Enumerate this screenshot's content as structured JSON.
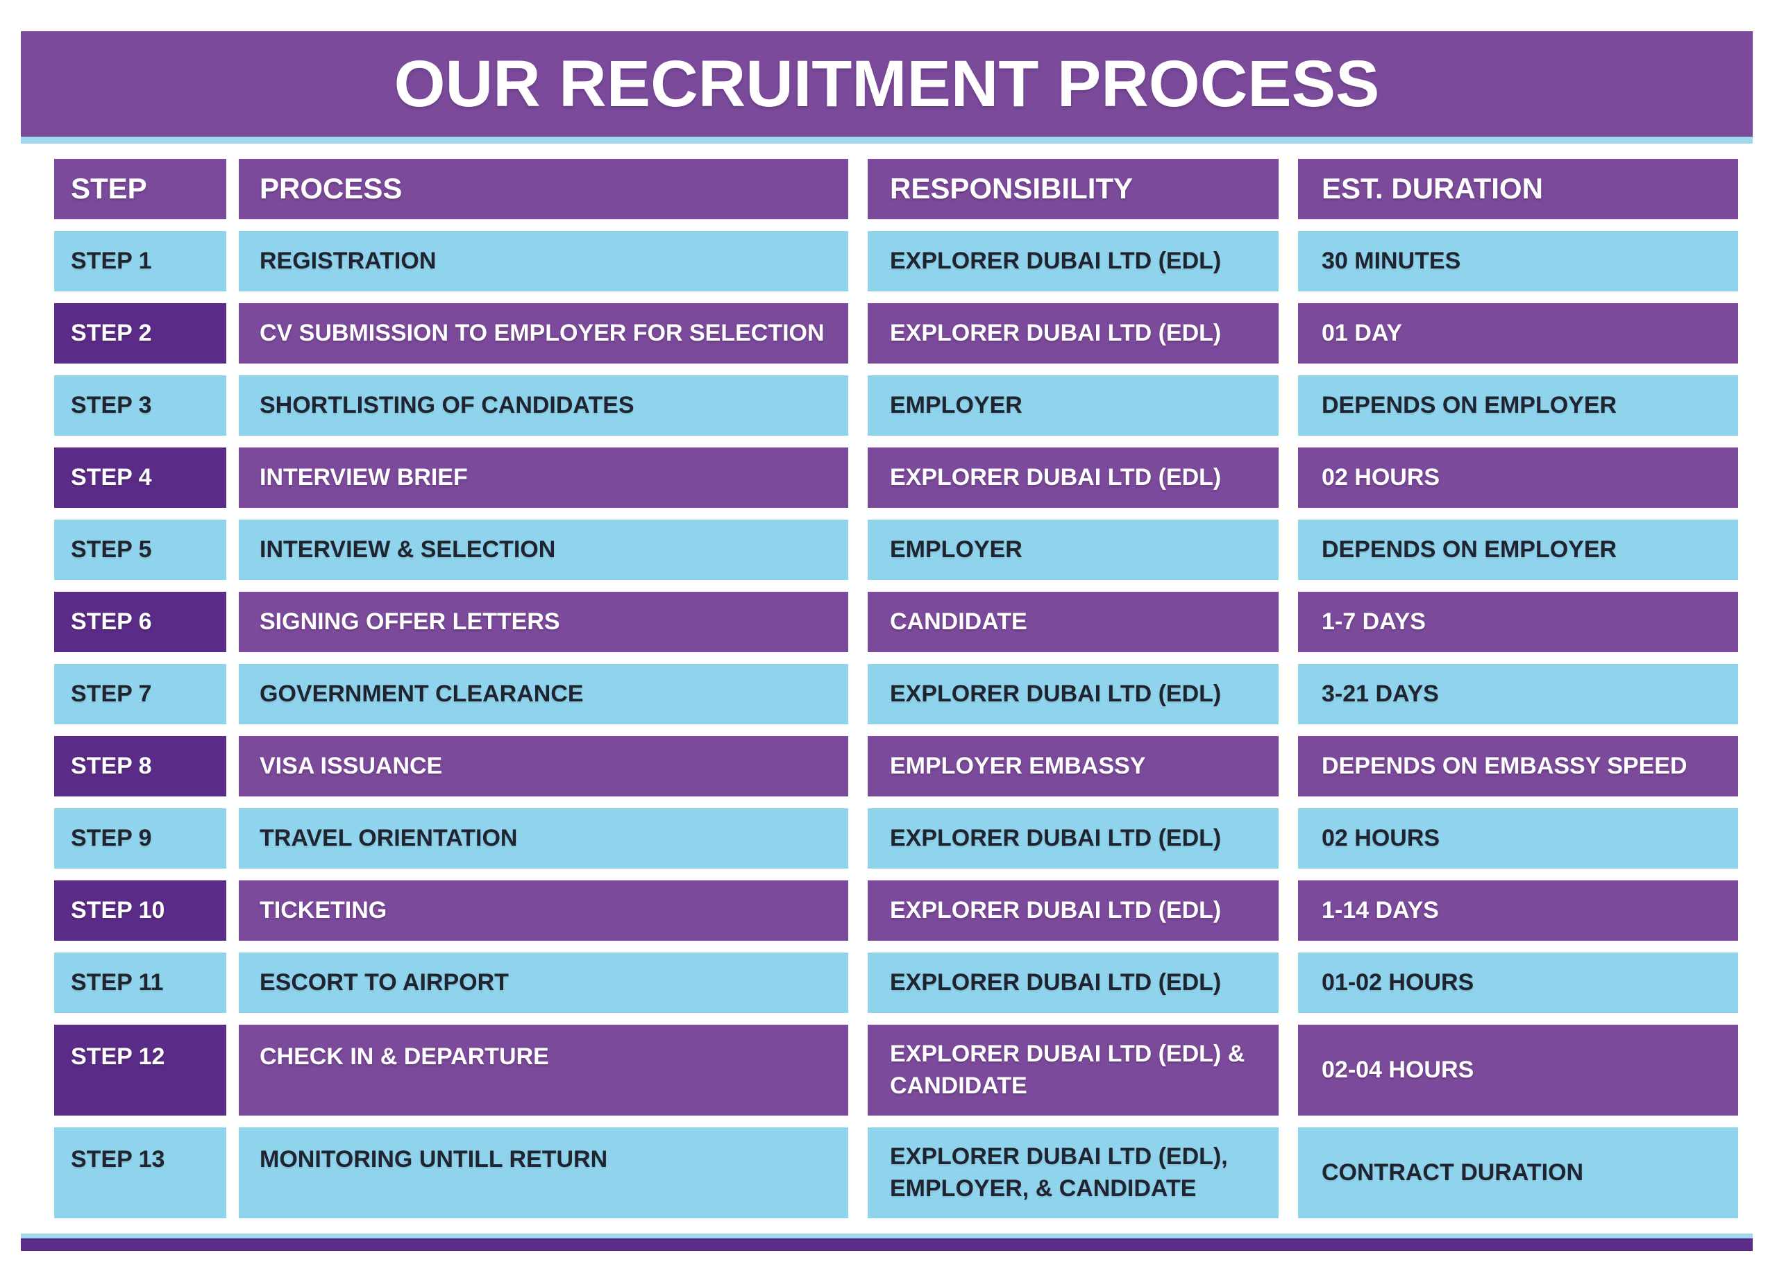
{
  "title": "OUR RECRUITMENT PROCESS",
  "colors": {
    "purple": "#7b4a9b",
    "purple_dark": "#5b2c87",
    "blue": "#8fd3ec",
    "blue_strip": "#a2d9f0",
    "text_dark": "#1f2430",
    "background": "#ffffff"
  },
  "table": {
    "headers": [
      "STEP",
      "PROCESS",
      "RESPONSIBILITY",
      "EST. DURATION"
    ],
    "rows": [
      {
        "step": "STEP 1",
        "process": "REGISTRATION",
        "responsibility": "EXPLORER DUBAI LTD (EDL)",
        "duration": "30 MINUTES"
      },
      {
        "step": "STEP 2",
        "process": "CV SUBMISSION TO EMPLOYER FOR SELECTION",
        "responsibility": "EXPLORER DUBAI LTD (EDL)",
        "duration": "01 DAY"
      },
      {
        "step": "STEP 3",
        "process": "SHORTLISTING OF CANDIDATES",
        "responsibility": "EMPLOYER",
        "duration": "DEPENDS ON EMPLOYER"
      },
      {
        "step": "STEP 4",
        "process": "INTERVIEW BRIEF",
        "responsibility": "EXPLORER DUBAI LTD (EDL)",
        "duration": "02 HOURS"
      },
      {
        "step": "STEP 5",
        "process": "INTERVIEW & SELECTION",
        "responsibility": "EMPLOYER",
        "duration": "DEPENDS ON EMPLOYER"
      },
      {
        "step": "STEP 6",
        "process": "SIGNING OFFER LETTERS",
        "responsibility": "CANDIDATE",
        "duration": "1-7 DAYS"
      },
      {
        "step": "STEP 7",
        "process": "GOVERNMENT CLEARANCE",
        "responsibility": "EXPLORER DUBAI LTD (EDL)",
        "duration": "3-21 DAYS"
      },
      {
        "step": "STEP 8",
        "process": "VISA ISSUANCE",
        "responsibility": "EMPLOYER EMBASSY",
        "duration": "DEPENDS ON EMBASSY SPEED"
      },
      {
        "step": "STEP 9",
        "process": "TRAVEL ORIENTATION",
        "responsibility": "EXPLORER DUBAI LTD (EDL)",
        "duration": "02 HOURS"
      },
      {
        "step": "STEP 10",
        "process": "TICKETING",
        "responsibility": "EXPLORER DUBAI LTD (EDL)",
        "duration": "1-14 DAYS"
      },
      {
        "step": "STEP 11",
        "process": "ESCORT TO AIRPORT",
        "responsibility": "EXPLORER DUBAI LTD (EDL)",
        "duration": "01-02 HOURS"
      },
      {
        "step": "STEP 12",
        "process": "CHECK IN & DEPARTURE",
        "responsibility": "EXPLORER DUBAI LTD (EDL) & CANDIDATE",
        "duration": "02-04 HOURS"
      },
      {
        "step": "STEP 13",
        "process": "MONITORING UNTILL RETURN",
        "responsibility": "EXPLORER DUBAI LTD (EDL), EMPLOYER, & CANDIDATE",
        "duration": "CONTRACT DURATION"
      }
    ]
  }
}
